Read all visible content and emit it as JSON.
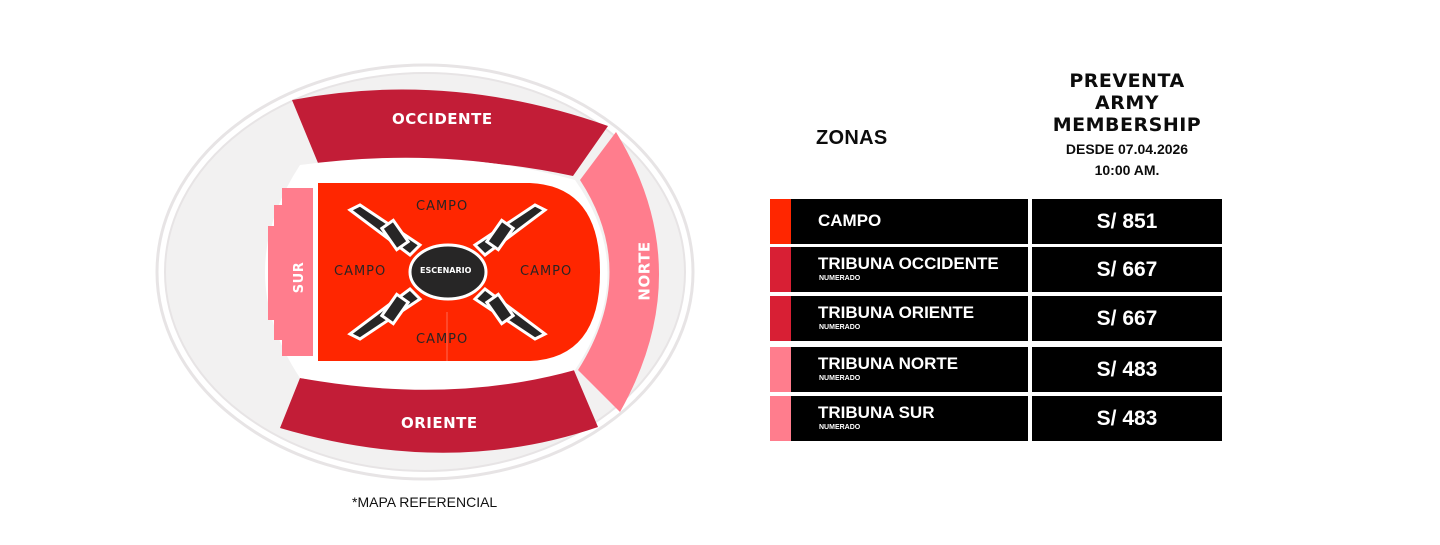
{
  "map": {
    "sections": {
      "occidente": "OCCIDENTE",
      "oriente": "ORIENTE",
      "norte": "NORTE",
      "sur": "SUR",
      "stage": "ESCENARIO",
      "campo_top": "CAMPO",
      "campo_left": "CAMPO",
      "campo_right": "CAMPO",
      "campo_bottom": "CAMPO"
    },
    "colors": {
      "campo": "#ff2600",
      "tribuna_dark": "#c21d37",
      "tribuna_light": "#ff7d8d",
      "unused": "#f2f1f1",
      "stage": "#272626"
    },
    "footnote": "*MAPA REFERENCIAL"
  },
  "table": {
    "zones_header": "ZONAS",
    "price_header": {
      "line1": "PREVENTA",
      "line2": "ARMY",
      "line3": "MEMBERSHIP",
      "date_prefix": "DESDE",
      "date": "07.04.2026",
      "time": "10:00 AM."
    },
    "rows": [
      {
        "name": "CAMPO",
        "sub": "",
        "price": "S/ 851",
        "color": "#ff2600"
      },
      {
        "name": "TRIBUNA OCCIDENTE",
        "sub": "NUMERADO",
        "price": "S/ 667",
        "color": "#d81f34"
      },
      {
        "name": "TRIBUNA ORIENTE",
        "sub": "NUMERADO",
        "price": "S/ 667",
        "color": "#d81f34"
      },
      {
        "name": "TRIBUNA NORTE",
        "sub": "NUMERADO",
        "price": "S/ 483",
        "color": "#ff7d8d"
      },
      {
        "name": "TRIBUNA SUR",
        "sub": "NUMERADO",
        "price": "S/ 483",
        "color": "#ff7d8d"
      }
    ]
  }
}
